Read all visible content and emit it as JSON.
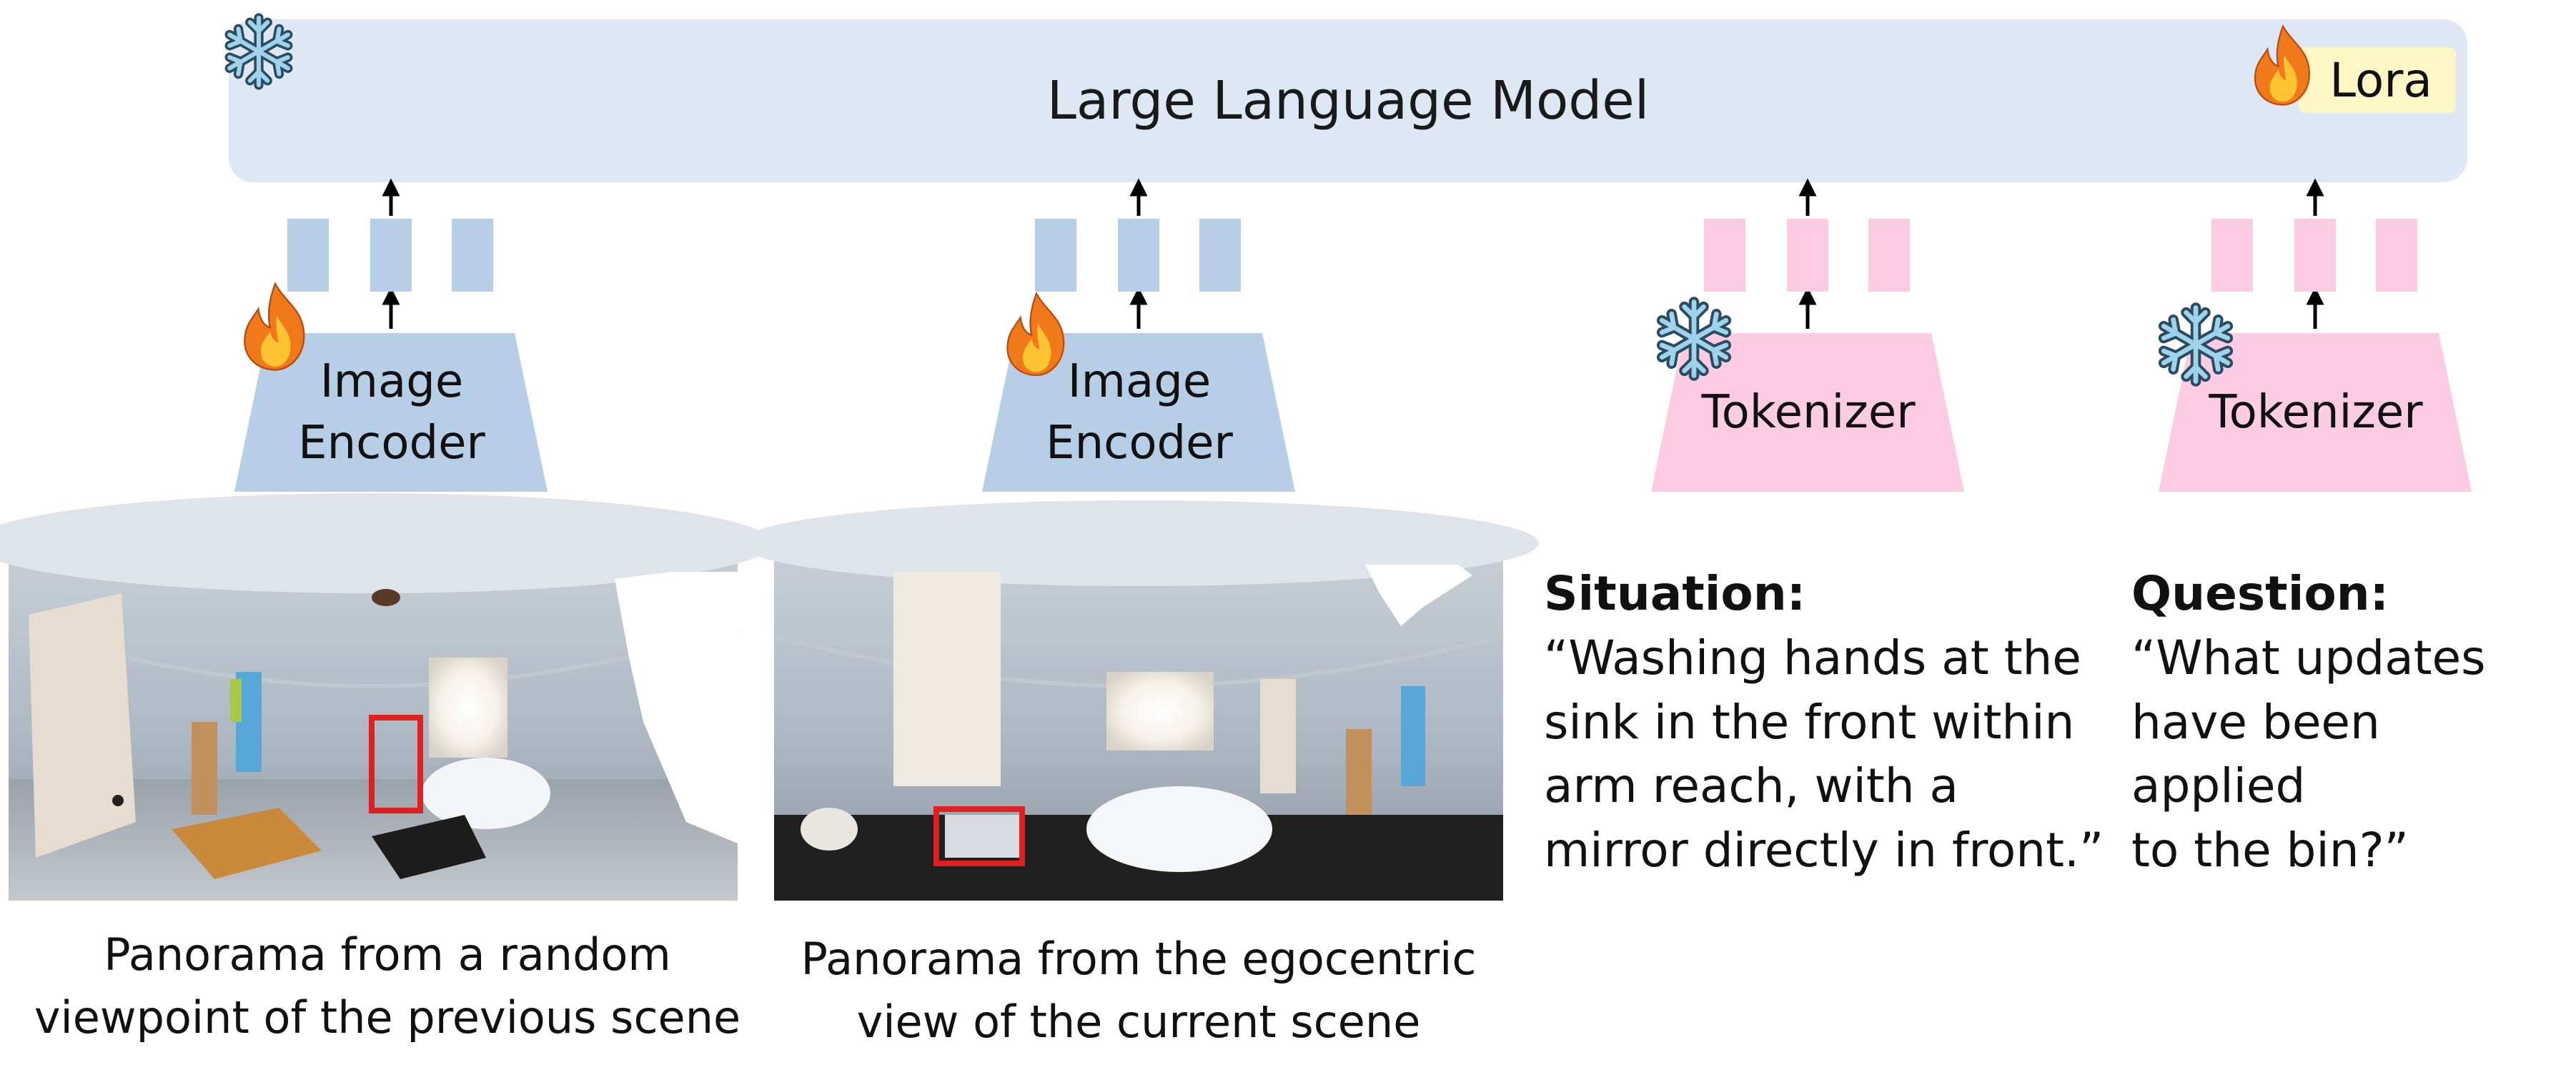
{
  "llm": {
    "title": "Large Language Model",
    "lora_label": "Lora",
    "fill_color": "#dde8f4",
    "lora_color": "#fff6c6"
  },
  "branches": [
    {
      "type": "image-encoder",
      "label_line1": "Image",
      "label_line2": "Encoder",
      "state_icon": "flame-icon",
      "color": "#b7cfe6"
    },
    {
      "type": "image-encoder",
      "label_line1": "Image",
      "label_line2": "Encoder",
      "state_icon": "flame-icon",
      "color": "#b7cfe6"
    },
    {
      "type": "tokenizer",
      "label": "Tokenizer",
      "state_icon": "snowflake-icon",
      "color": "#fccce3"
    },
    {
      "type": "tokenizer",
      "label": "Tokenizer",
      "state_icon": "snowflake-icon",
      "color": "#fccce3"
    }
  ],
  "captions": {
    "previous_line1": "Panorama from a random",
    "previous_line2": "viewpoint of the previous scene",
    "current_line1": "Panorama from the egocentric",
    "current_line2": "view of the current scene"
  },
  "situation": {
    "heading": "Situation:",
    "lines": [
      "“Washing hands at the",
      "sink in the front within",
      "arm reach, with a",
      "mirror directly in front.”"
    ]
  },
  "question": {
    "heading": "Question:",
    "lines": [
      "“What updates",
      "have been applied",
      "to the bin?”"
    ]
  },
  "highlight_color": "#e02020"
}
